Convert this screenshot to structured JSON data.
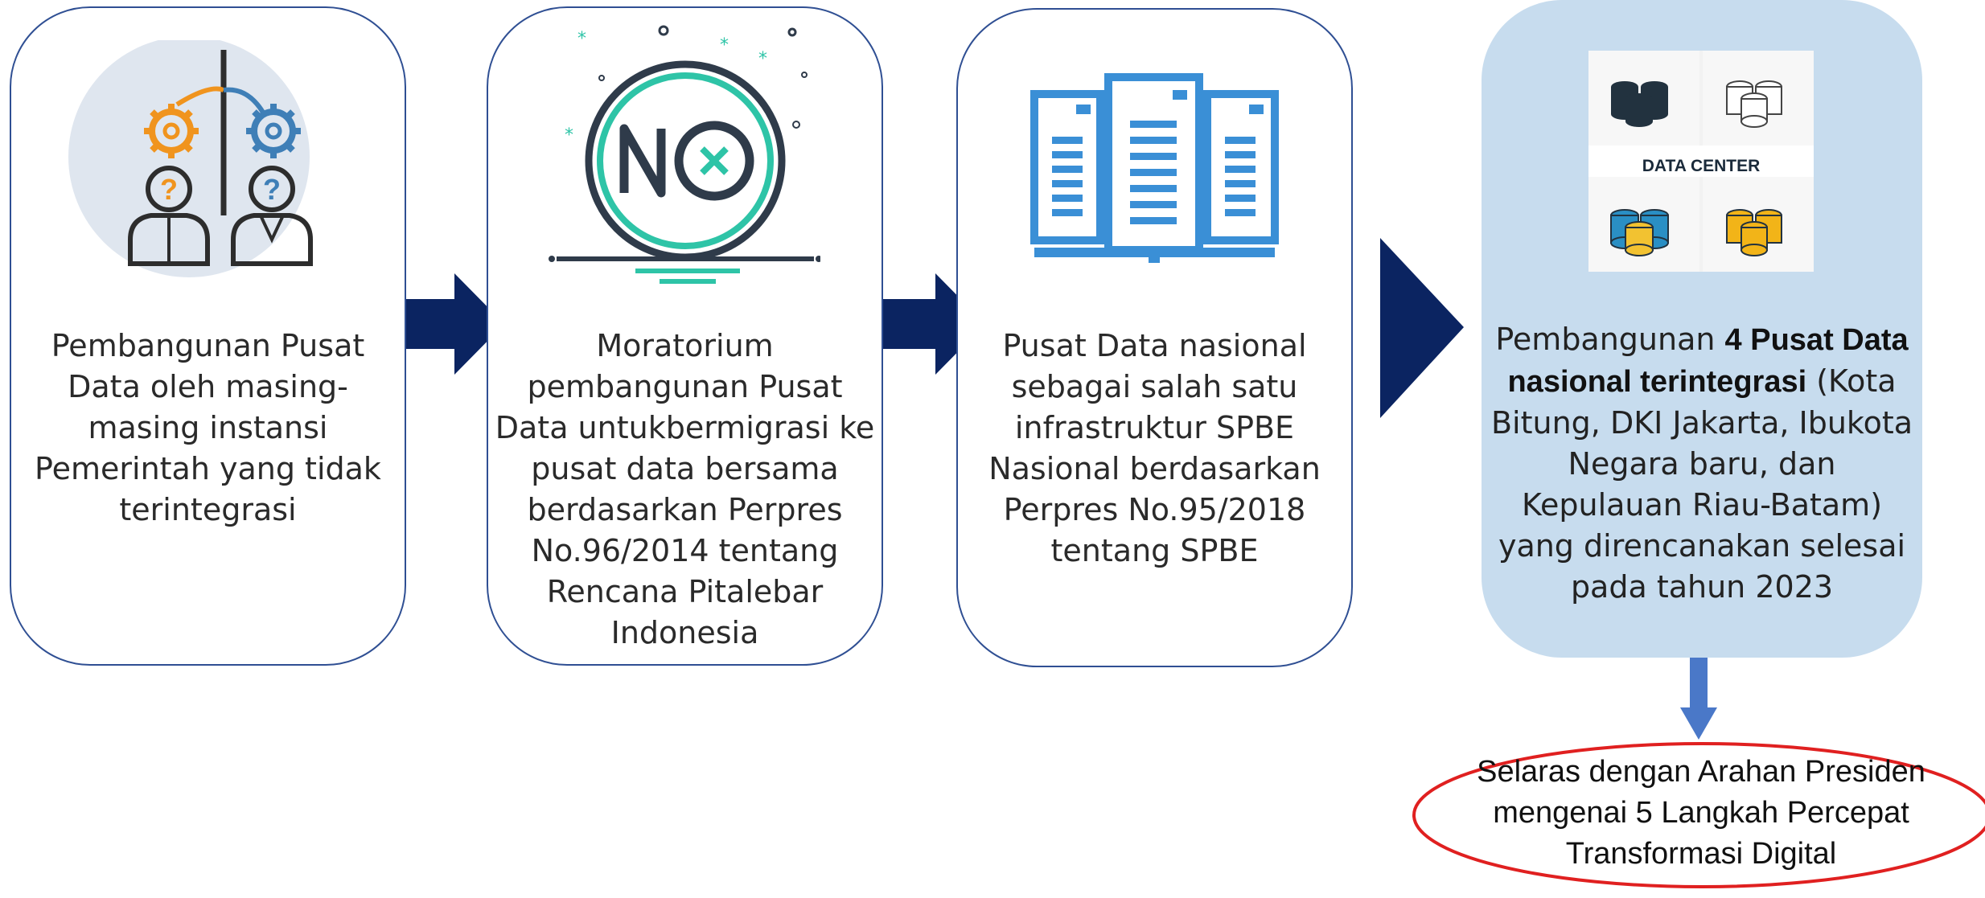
{
  "steps": [
    {
      "text": "Pembangunan Pusat Data oleh masing-masing instansi Pemerintah yang tidak terintegrasi",
      "icon": "people-question-gears-icon"
    },
    {
      "text": "Moratorium pembangunan Pusat Data untukbermigrasi ke pusat data bersama berdasarkan Perpres No.96/2014 tentang Rencana Pitalebar Indonesia",
      "icon": "no-sign-icon"
    },
    {
      "text": "Pusat Data nasional sebagai salah satu infrastruktur SPBE Nasional berdasarkan Perpres No.95/2018 tentang SPBE",
      "icon": "servers-icon"
    },
    {
      "text_prefix": "Pembangunan ",
      "text_bold": "4 Pusat Data nasional terintegrasi",
      "text_suffix": " (Kota Bitung, DKI Jakarta, Ibukota Negara baru, dan Kepulauan Riau-Batam) yang direncanakan selesai pada tahun 2023",
      "icon": "data-center-icon",
      "image_label": "DATA CENTER"
    }
  ],
  "result": {
    "text": "Selaras dengan Arahan Presiden mengenai 5 Langkah Percepat Transformasi Digital"
  },
  "colors": {
    "box_border": "#2f4f93",
    "highlight_box": "#c7dcee",
    "arrow": "#0b2461",
    "down_arrow": "#4a78c8",
    "ellipse_border": "#e02020"
  }
}
